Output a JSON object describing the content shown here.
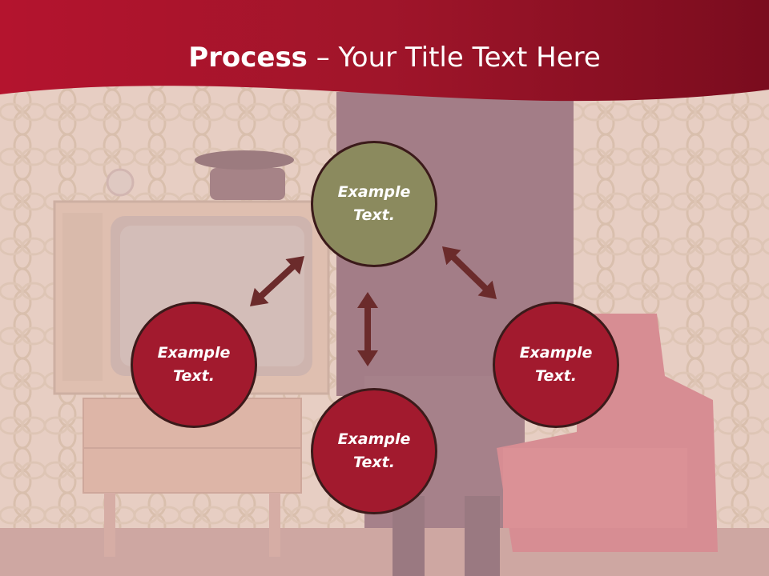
{
  "title": {
    "bold": "Process",
    "rest": " – Your Title Text Here"
  },
  "diagram": {
    "nodes": [
      {
        "id": "top",
        "line1": "Example",
        "line2": "Text.",
        "color": "#8b8a5e"
      },
      {
        "id": "left",
        "line1": "Example",
        "line2": "Text.",
        "color": "#a21a2e"
      },
      {
        "id": "right",
        "line1": "Example",
        "line2": "Text.",
        "color": "#a21a2e"
      },
      {
        "id": "bottom",
        "line1": "Example",
        "line2": "Text.",
        "color": "#a21a2e"
      }
    ],
    "arrow_color": "#6b2b2b"
  },
  "colors": {
    "header": "#a0152a",
    "background": "#d9b8b0"
  }
}
